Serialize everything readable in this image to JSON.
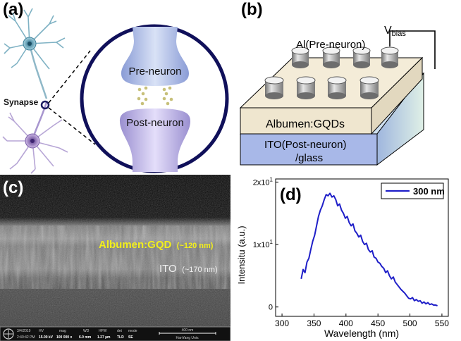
{
  "panels": {
    "a": {
      "label": "(a)",
      "synapse_label": "Synapse",
      "pre_label": "Pre-neuron",
      "post_label": "Post-neuron"
    },
    "b": {
      "label": "(b)",
      "top_electrode": "Al(Pre-neuron)",
      "bias_main": "V",
      "bias_sub": "bias",
      "layer_label": "Albumen:GQDs",
      "substrate_line1": "ITO(Post-neuron)",
      "substrate_line2": "/glass"
    },
    "c": {
      "label": "(c)",
      "gqd_label": "Albumen:GQD",
      "gqd_thickness": "(~120 nm)",
      "ito_label": "ITO",
      "ito_thickness": "(~170 nm)",
      "footer": {
        "headers": [
          "HV",
          "mag",
          "WD",
          "HFW",
          "det",
          "mode"
        ],
        "date": "3/4/2019",
        "time": "2:40:42 PM",
        "values": [
          "15.00 kV",
          "100 000 x",
          "6.0 mm",
          "1.27 µm",
          "TLD",
          "SE"
        ],
        "scale_bar": "400 nm",
        "institution": "HanYang Univ."
      }
    },
    "d": {
      "label": "(d)"
    }
  },
  "chart_data": {
    "type": "line",
    "ylabel": "Intensitu (a.u.)",
    "xlabel": "Wavelength (nm)",
    "xlim": [
      290,
      560
    ],
    "ylim": [
      -0.15,
      2.05
    ],
    "x_ticks": [
      "300",
      "350",
      "400",
      "450",
      "500",
      "550"
    ],
    "y_ticks": [
      {
        "value": 0,
        "base": "0",
        "exp": ""
      },
      {
        "value": 1,
        "base": "1x10",
        "exp": "1"
      },
      {
        "value": 2,
        "base": "2x10",
        "exp": "1"
      }
    ],
    "series": [
      {
        "name": "300 nm",
        "color": "#1f1fc8",
        "x": [
          330,
          333,
          336,
          339,
          342,
          345,
          348,
          351,
          354,
          357,
          360,
          363,
          366,
          369,
          372,
          375,
          378,
          381,
          384,
          387,
          390,
          393,
          396,
          399,
          402,
          405,
          408,
          411,
          414,
          417,
          420,
          423,
          426,
          429,
          432,
          435,
          438,
          441,
          444,
          447,
          450,
          453,
          456,
          459,
          462,
          465,
          468,
          471,
          474,
          477,
          480,
          483,
          486,
          489,
          492,
          495,
          498,
          501,
          504,
          507,
          510,
          513,
          516,
          519,
          522,
          525,
          528,
          531,
          534,
          537,
          540,
          543
        ],
        "y": [
          0.45,
          0.6,
          0.55,
          0.72,
          0.78,
          0.92,
          1.05,
          1.15,
          1.3,
          1.45,
          1.55,
          1.62,
          1.72,
          1.8,
          1.78,
          1.82,
          1.76,
          1.78,
          1.72,
          1.62,
          1.65,
          1.55,
          1.5,
          1.42,
          1.45,
          1.35,
          1.3,
          1.33,
          1.22,
          1.18,
          1.12,
          1.15,
          1.05,
          1.0,
          1.02,
          0.92,
          0.88,
          0.9,
          0.8,
          0.78,
          0.72,
          0.7,
          0.65,
          0.62,
          0.55,
          0.58,
          0.5,
          0.45,
          0.48,
          0.4,
          0.36,
          0.32,
          0.28,
          0.25,
          0.22,
          0.18,
          0.14,
          0.13,
          0.15,
          0.1,
          0.12,
          0.09,
          0.1,
          0.06,
          0.08,
          0.05,
          0.07,
          0.04,
          0.05,
          0.03,
          0.03,
          0.02
        ]
      }
    ]
  }
}
